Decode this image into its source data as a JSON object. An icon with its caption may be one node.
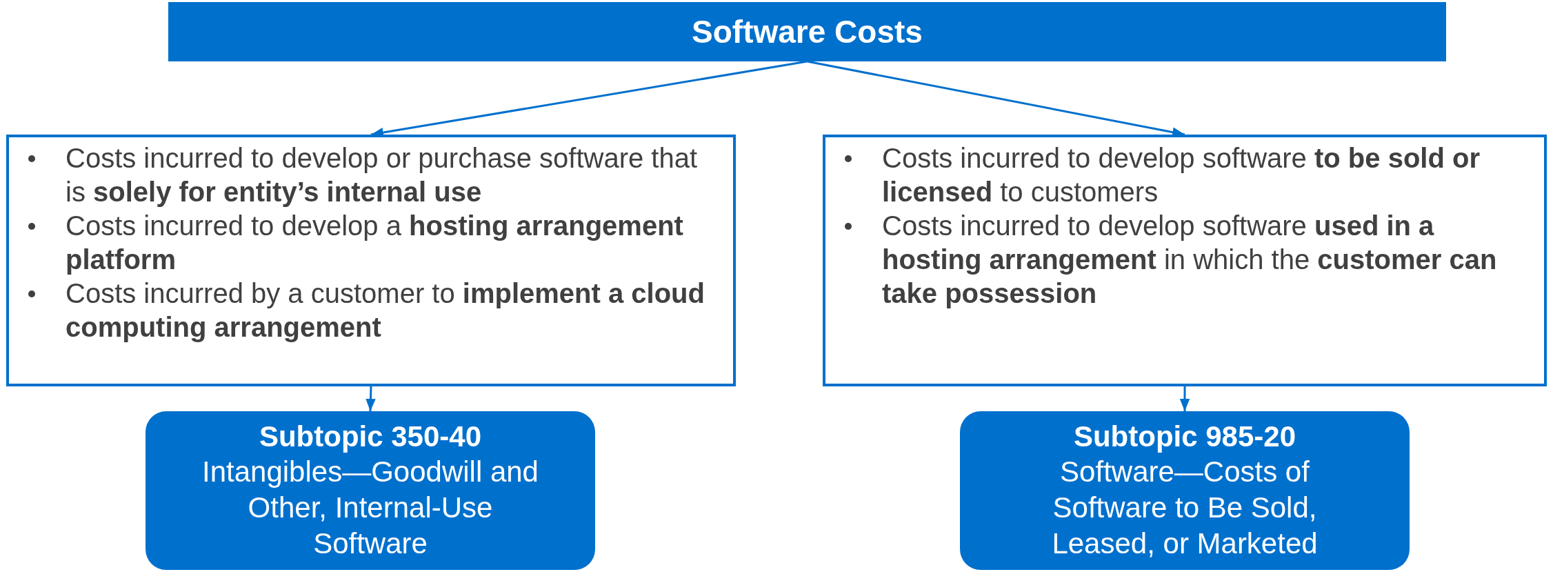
{
  "diagram": {
    "nodes": [
      {
        "text": [
          "Software Costs"
        ]
      },
      {
        "text": [
          "Costs incurred to develop or purchase software that is **solely for entity’s internal use**",
          "Costs incurred to develop a **hosting arrangement platform**",
          "Costs incurred by a customer to **implement a cloud computing arrangement**"
        ]
      },
      {
        "text": [
          "Costs incurred to develop software **to be sold or licensed** to customers",
          "Costs incurred to develop software **used in a hosting arrangement** in which the **customer can take possession**"
        ]
      },
      {
        "text": [
          "Subtopic 350-40",
          "Intangibles—Goodwill and Other, Internal-Use Software"
        ]
      },
      {
        "text": [
          "Subtopic 985-20",
          "Software—Costs of Software to Be Sold, Leased, or Marketed"
        ]
      }
    ],
    "edges": [
      {
        "from": 0,
        "to": 1,
        "arrow": "to"
      },
      {
        "from": 0,
        "to": 2,
        "arrow": "to"
      },
      {
        "from": 1,
        "to": 3,
        "arrow": "to"
      },
      {
        "from": 2,
        "to": 4,
        "arrow": "to"
      }
    ]
  }
}
